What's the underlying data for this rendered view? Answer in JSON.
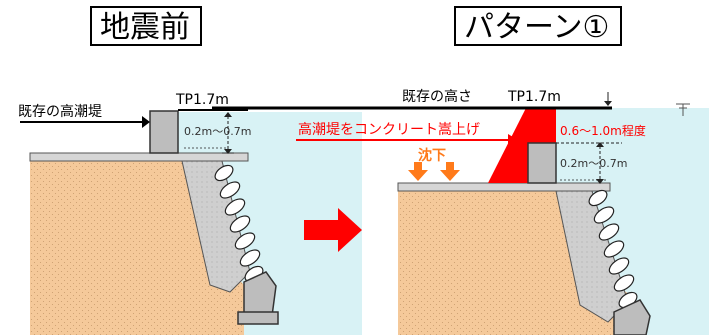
{
  "left_panel": {
    "title": "地震前",
    "existing_levee_label": "既存の高潮堤",
    "tp_label": "TP1.7m",
    "gap_label": "0.2m～0.7m"
  },
  "right_panel": {
    "title": "パターン①",
    "existing_height_label": "既存の高さ",
    "tp_label": "TP1.7m",
    "raise_label": "高潮堤をコンクリート嵩上げ",
    "settlement_label": "沈下",
    "raise_amount_label": "0.6～1.0m程度",
    "gap_label": "0.2m～0.7m"
  },
  "colors": {
    "soil": "#f5c99a",
    "water": "#d8f2f5",
    "concrete": "#c8c8c8",
    "red": "#ff0000",
    "orange": "#ff7a1a"
  }
}
